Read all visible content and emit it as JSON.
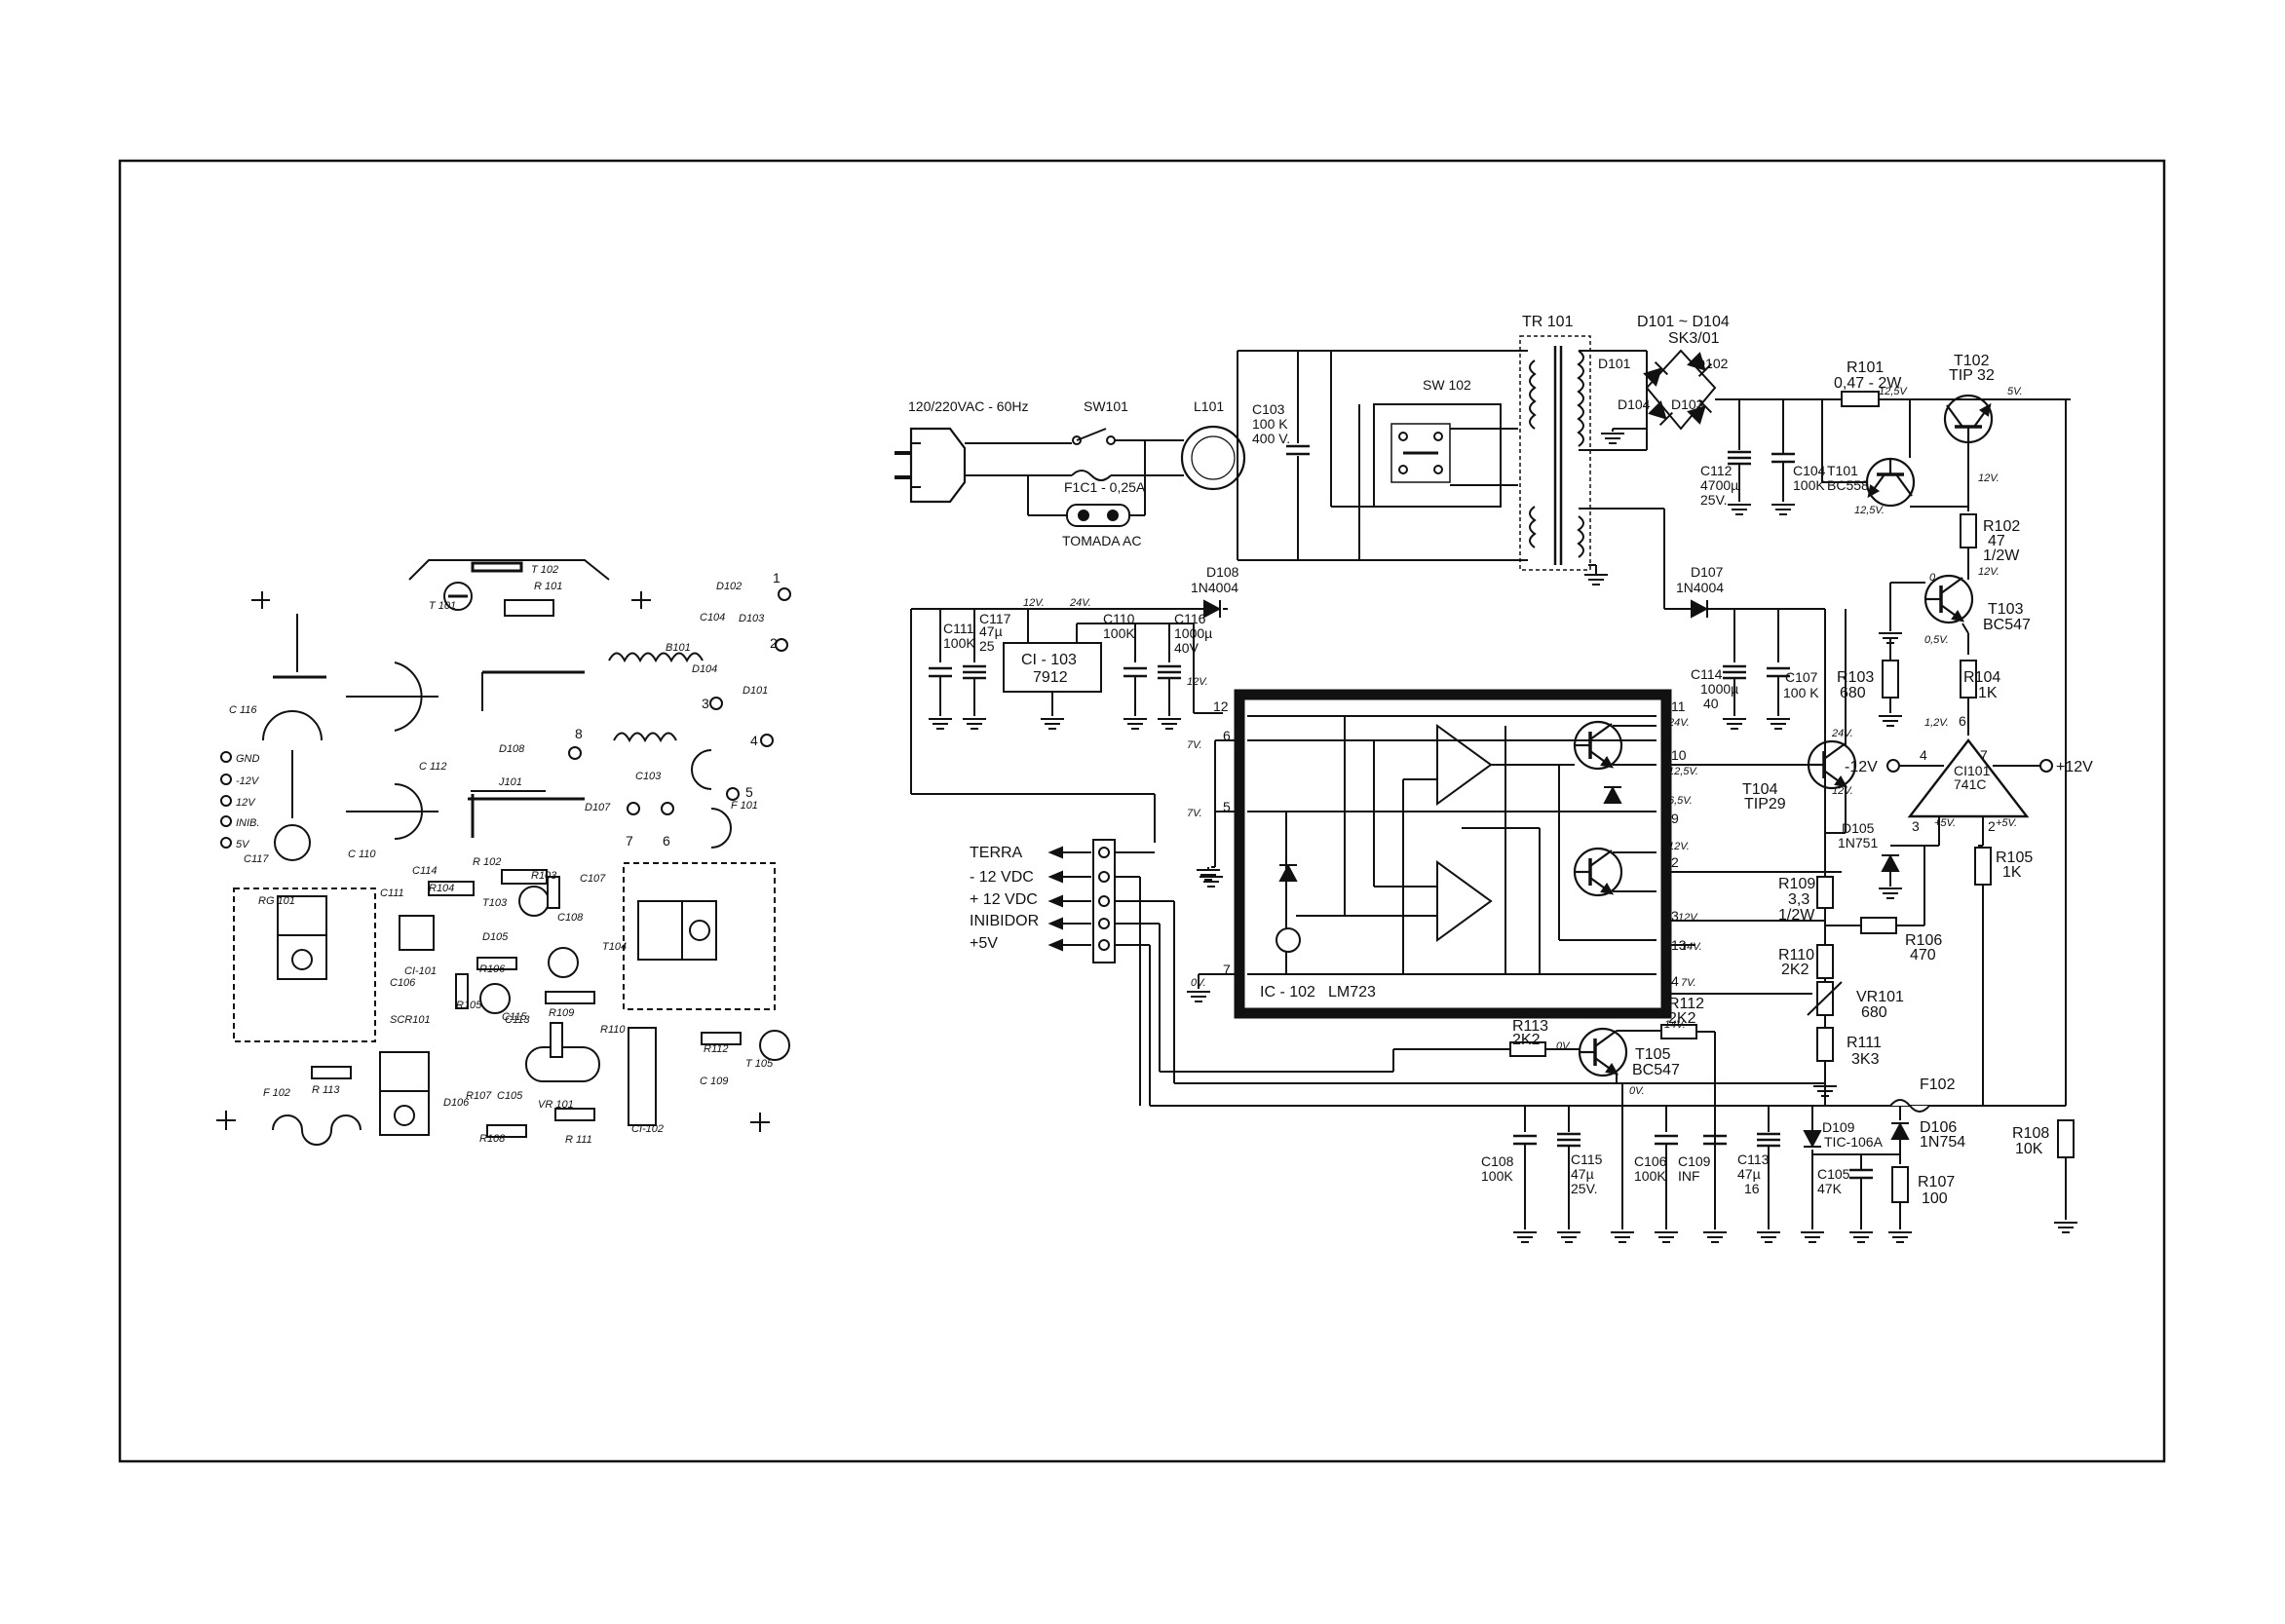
{
  "schematic": {
    "mains": {
      "label": "120/220VAC - 60Hz",
      "switch": "SW101",
      "fuse": "F1C1 - 0,25A",
      "outlet": "TOMADA AC",
      "filter": "L101",
      "cap": [
        "C103",
        "100 K",
        "400 V."
      ]
    },
    "transformer": {
      "name": "TR 101",
      "selector": "SW 102"
    },
    "bridge": {
      "title": "D101 ~ D104",
      "part": "SK3/01",
      "diodes": [
        "D101",
        "D102",
        "D104",
        "D103"
      ]
    },
    "c112": [
      "C112",
      "4700µ",
      "25V."
    ],
    "c104": [
      "C104",
      "100K"
    ],
    "r101": [
      "R101",
      "0,47 - 2W"
    ],
    "t102": [
      "T102",
      "TIP 32"
    ],
    "t101": [
      "T101",
      "BC558"
    ],
    "r102": [
      "R102",
      "47",
      "1/2W"
    ],
    "t103": [
      "T103",
      "BC547"
    ],
    "r103": [
      "R103",
      "680"
    ],
    "r104": [
      "R104",
      "1K"
    ],
    "d108": [
      "D108",
      "1N4004"
    ],
    "d107": [
      "D107",
      "1N4004"
    ],
    "c111": [
      "C111",
      "100K"
    ],
    "c117": [
      "C117",
      "47µ",
      "25"
    ],
    "ci103": [
      "CI - 103",
      "7912"
    ],
    "c110": [
      "C110",
      "100K"
    ],
    "c116": [
      "C116",
      "1000µ",
      "40V"
    ],
    "c114": [
      "C114",
      "1000µ",
      "40"
    ],
    "c107": [
      "C107",
      "100 K"
    ],
    "ic102": [
      "IC - 102",
      "LM723"
    ],
    "pins_left": [
      "12",
      "6",
      "5",
      "7"
    ],
    "pins_right": [
      "11",
      "10",
      "9",
      "2",
      "3",
      "13",
      "4"
    ],
    "volt_left": [
      "7V.",
      "7V.",
      "0V.",
      "12V."
    ],
    "volt_right": [
      "24V.",
      "12,5V.",
      "6,5V.",
      "12V.",
      "12V.",
      "14V.",
      "7V."
    ],
    "t104": [
      "T104",
      "TIP29"
    ],
    "ci101": [
      "CI101",
      "741C"
    ],
    "ci101_pins": [
      "6",
      "4",
      "7",
      "3",
      "2"
    ],
    "ci101_supplies": [
      "-12V",
      "+12V"
    ],
    "d105": [
      "D105",
      "1N751"
    ],
    "r105": [
      "R105",
      "1K"
    ],
    "r106": [
      "R106",
      "470"
    ],
    "r109": [
      "R109",
      "3,3",
      "1/2W"
    ],
    "r110": [
      "R110",
      "2K2"
    ],
    "vr101": [
      "VR101",
      "680"
    ],
    "r111": [
      "R111",
      "3K3"
    ],
    "r112": [
      "R112",
      "2K2"
    ],
    "r113": [
      "R113",
      "2K2"
    ],
    "t105": [
      "T105",
      "BC547"
    ],
    "f102": "F102",
    "d106": [
      "D106",
      "1N754"
    ],
    "d109": [
      "D109",
      "TIC-106A"
    ],
    "r108": [
      "R108",
      "10K"
    ],
    "r107": [
      "R107",
      "100"
    ],
    "c108": [
      "C108",
      "100K"
    ],
    "c115": [
      "C115",
      "47µ",
      "25V."
    ],
    "c106": [
      "C106",
      "100K"
    ],
    "c109": [
      "C109",
      "INF"
    ],
    "c113": [
      "C113",
      "47µ",
      "16"
    ],
    "c105": [
      "C105",
      "47K"
    ],
    "connector": [
      "TERRA",
      "- 12 VDC",
      "+ 12 VDC",
      "INIBIDOR",
      "+5V"
    ],
    "misc_volts": [
      "12V.",
      "24V.",
      "12,5V",
      "5V.",
      "12V.",
      "12,5V.",
      "12V.",
      "0",
      "0,5V.",
      "1,2V.",
      "24V.",
      "12V.",
      "+5V.",
      "+5V.",
      "0V.",
      "0V.",
      "14V."
    ]
  },
  "pcb": {
    "labels": [
      "T 102",
      "R 101",
      "T 101",
      "C 116",
      "C 112",
      "D102",
      "D103",
      "C104",
      "B101",
      "D104",
      "D101",
      "D108",
      "J101",
      "D107",
      "C103",
      "F 101",
      "RG 101",
      "C117",
      "C 110",
      "C111",
      "C114",
      "R 102",
      "R104",
      "R103",
      "C107",
      "T103",
      "C108",
      "D105",
      "CI-101",
      "C106",
      "R105",
      "R106",
      "C115",
      "T104",
      "SCR101",
      "R109",
      "R110",
      "C113",
      "R112",
      "C 109",
      "T 105",
      "F 102",
      "R 113",
      "D106",
      "R107",
      "C105",
      "VR 101",
      "CI-102",
      "R108",
      "R 111"
    ],
    "terminals": [
      "GND",
      "-12V",
      "12V",
      "INIB.",
      "5V"
    ],
    "pads": [
      "1",
      "2",
      "3",
      "4",
      "5",
      "6",
      "7",
      "8"
    ]
  }
}
